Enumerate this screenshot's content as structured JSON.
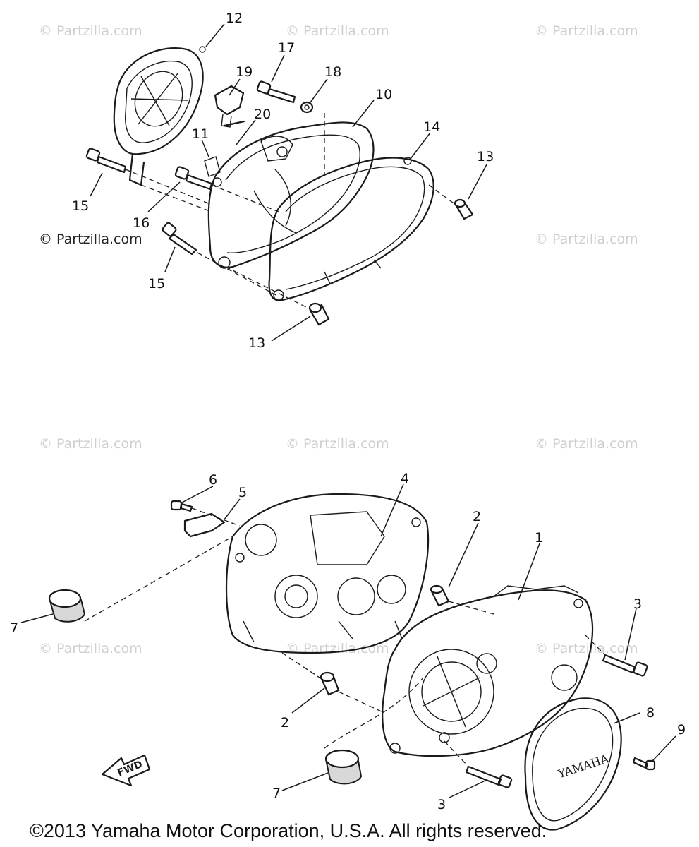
{
  "watermarks": [
    "© Partzilla.com",
    "© Partzilla.com",
    "© Partzilla.com",
    "© Partzilla.com",
    "© Partzilla.com",
    "© Partzilla.com",
    "© Partzilla.com",
    "© Partzilla.com",
    "© Partzilla.com",
    "© Partzilla.com",
    "© Partzilla.com"
  ],
  "callouts": {
    "c1": "1",
    "c2a": "2",
    "c2b": "2",
    "c3a": "3",
    "c3b": "3",
    "c4": "4",
    "c5": "5",
    "c6": "6",
    "c7a": "7",
    "c7b": "7",
    "c8": "8",
    "c9": "9",
    "c10": "10",
    "c11": "11",
    "c12": "12",
    "c13a": "13",
    "c13b": "13",
    "c14": "14",
    "c15a": "15",
    "c15b": "15",
    "c16": "16",
    "c17": "17",
    "c18": "18",
    "c19": "19",
    "c20": "20"
  },
  "cover_brand": "YAMAHA",
  "fwd_label": "FWD",
  "copyright": "©2013  Yamaha Motor Corporation, U.S.A. All rights reserved."
}
